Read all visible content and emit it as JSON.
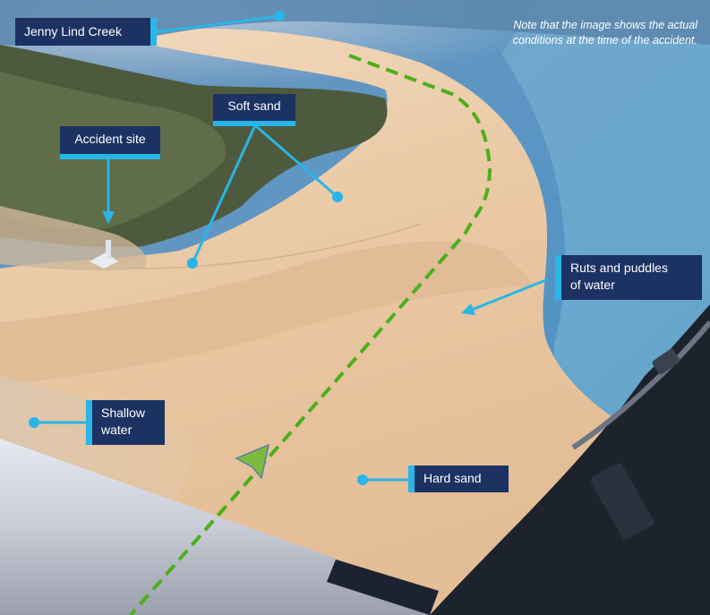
{
  "note": "Note that the image shows the actual conditions at the time of the accident.",
  "labels": {
    "jenny_lind_creek": "Jenny Lind Creek",
    "soft_sand": "Soft sand",
    "accident_site": "Accident site",
    "ruts_line1": "Ruts and puddles",
    "ruts_line2": "of water",
    "shallow_line1": "Shallow",
    "shallow_line2": "water",
    "hard_sand": "Hard sand"
  },
  "colors": {
    "label_bg": "#1b3263",
    "callout": "#29b5e8",
    "flight_path": "#4caf1c"
  }
}
